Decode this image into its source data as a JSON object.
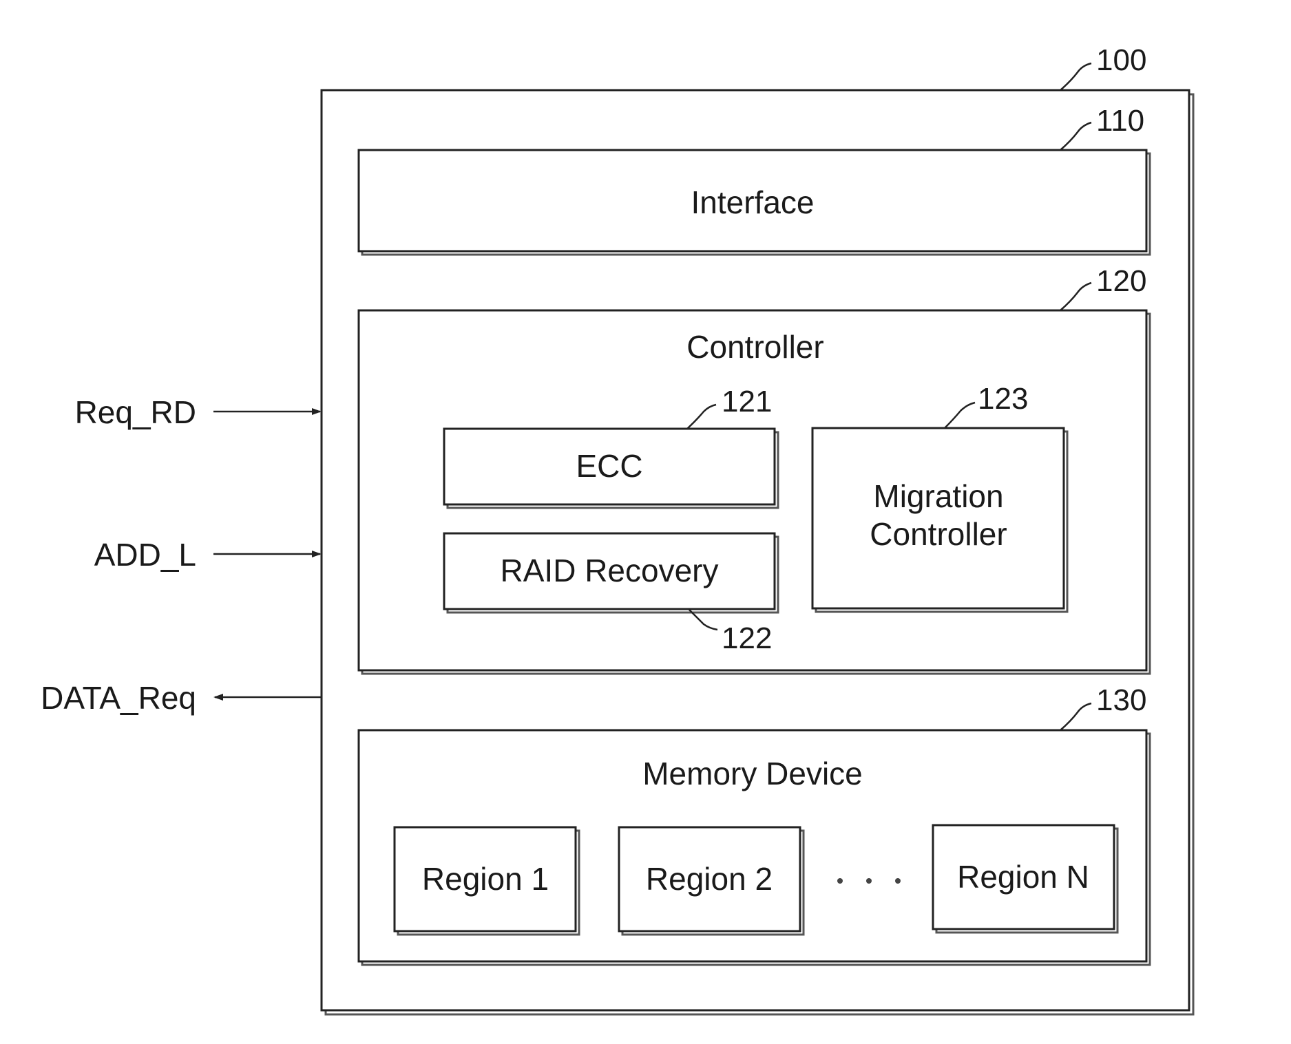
{
  "system": {
    "label": "",
    "ref": "100"
  },
  "interface": {
    "label": "Interface",
    "ref": "110"
  },
  "controller": {
    "label": "Controller",
    "ref": "120",
    "ecc": {
      "label": "ECC",
      "ref": "121"
    },
    "raid": {
      "label": "RAID Recovery",
      "ref": "122"
    },
    "migration": {
      "label_line1": "Migration",
      "label_line2": "Controller",
      "ref": "123"
    }
  },
  "memory": {
    "label": "Memory Device",
    "ref": "130",
    "regions": [
      "Region 1",
      "Region 2",
      "Region N"
    ]
  },
  "signals": {
    "req_rd": "Req_RD",
    "add_l": "ADD_L",
    "data_req": "DATA_Req"
  }
}
